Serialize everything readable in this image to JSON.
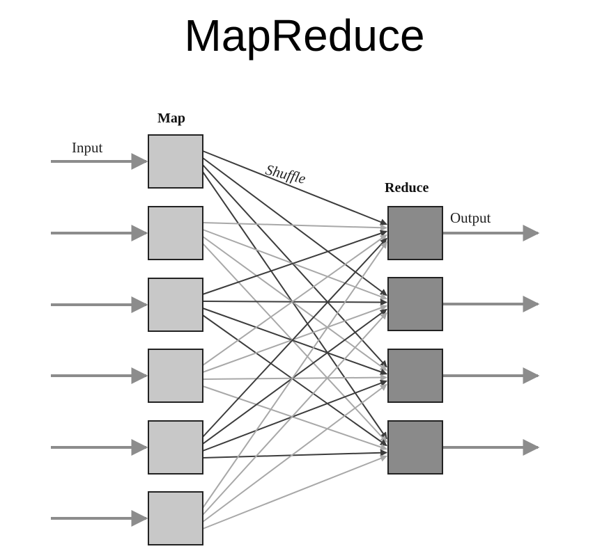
{
  "title": "MapReduce",
  "labels": {
    "map": "Map",
    "reduce": "Reduce",
    "input": "Input",
    "shuffle": "Shuffle",
    "output": "Output"
  },
  "colors": {
    "map_fill": "#c8c8c8",
    "reduce_fill": "#8a8a8a",
    "arrow_gray": "#8c8c8c",
    "edge_dark": "#3c3c3c",
    "edge_light": "#a8a8a8"
  },
  "graph": {
    "map_count": 6,
    "reduce_count": 4,
    "edges": [
      [
        0,
        0,
        "dark"
      ],
      [
        0,
        1,
        "dark"
      ],
      [
        0,
        2,
        "dark"
      ],
      [
        0,
        3,
        "dark"
      ],
      [
        1,
        0,
        "light"
      ],
      [
        1,
        1,
        "light"
      ],
      [
        1,
        2,
        "light"
      ],
      [
        1,
        3,
        "light"
      ],
      [
        2,
        0,
        "dark"
      ],
      [
        2,
        1,
        "dark"
      ],
      [
        2,
        2,
        "dark"
      ],
      [
        2,
        3,
        "dark"
      ],
      [
        3,
        0,
        "light"
      ],
      [
        3,
        1,
        "light"
      ],
      [
        3,
        2,
        "light"
      ],
      [
        3,
        3,
        "light"
      ],
      [
        4,
        0,
        "dark"
      ],
      [
        4,
        1,
        "dark"
      ],
      [
        4,
        2,
        "dark"
      ],
      [
        4,
        3,
        "dark"
      ],
      [
        5,
        0,
        "light"
      ],
      [
        5,
        1,
        "light"
      ],
      [
        5,
        2,
        "light"
      ],
      [
        5,
        3,
        "light"
      ]
    ]
  }
}
